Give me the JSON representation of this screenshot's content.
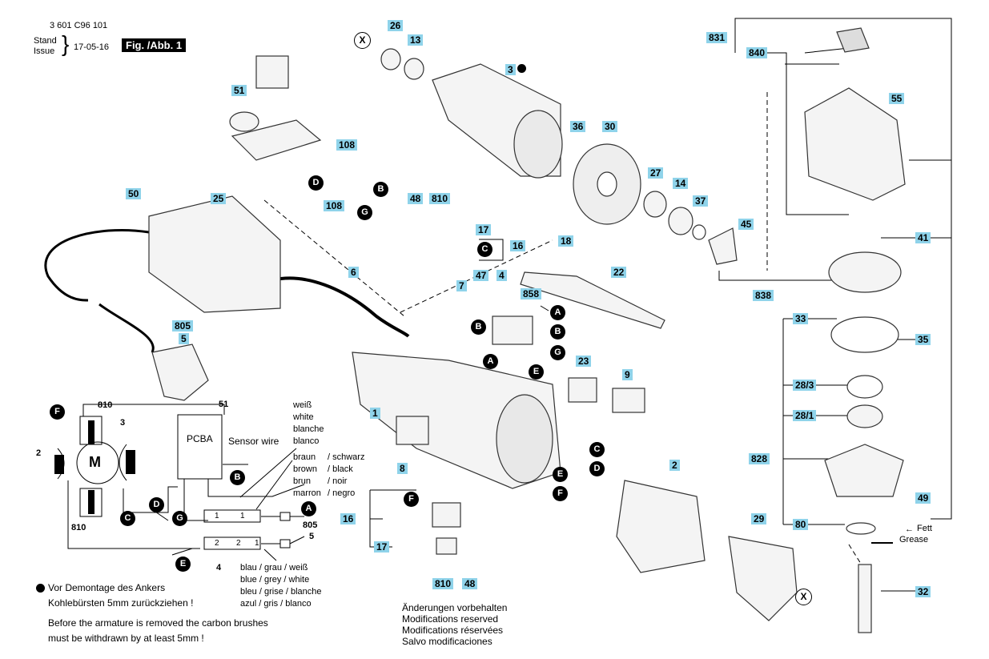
{
  "header": {
    "doc_number": "3 601 C96 101",
    "stand": "Stand",
    "issue": "Issue",
    "date": "17-05-16",
    "figure": "Fig. /Abb. 1"
  },
  "part_labels": {
    "p831": "831",
    "p840": "840",
    "p55": "55",
    "p41": "41",
    "p838": "838",
    "p33": "33",
    "p35": "35",
    "p28_3": "28/3",
    "p28_1": "28/1",
    "p828": "828",
    "p49": "49",
    "p80": "80",
    "p32": "32",
    "p29": "29",
    "p2": "2",
    "p26": "26",
    "p13": "13",
    "p3": "3",
    "p36": "36",
    "p30": "30",
    "p27": "27",
    "p14": "14",
    "p37": "37",
    "p45": "45",
    "p51": "51",
    "p108a": "108",
    "p108b": "108",
    "p25": "25",
    "p50": "50",
    "p48a": "48",
    "p810a": "810",
    "p17a": "17",
    "p16a": "16",
    "p18": "18",
    "p22": "22",
    "p7": "7",
    "p47": "47",
    "p4": "4",
    "p858": "858",
    "p6": "6",
    "p805": "805",
    "p5": "5",
    "p1": "1",
    "p23": "23",
    "p9": "9",
    "p8": "8",
    "p16b": "16",
    "p17b": "17",
    "p810b": "810",
    "p48b": "48"
  },
  "connectors": [
    "A",
    "B",
    "C",
    "D",
    "E",
    "F",
    "G"
  ],
  "x_marker": "X",
  "third_marker": "3",
  "wiring": {
    "motor": "M",
    "pcba": "PCBA",
    "sensor_wire": "Sensor wire",
    "lbl_810_top": "810",
    "lbl_3": "3",
    "lbl_2": "2",
    "lbl_810_bottom": "810",
    "lbl_51": "51",
    "lbl_4": "4",
    "lbl_805": "805",
    "lbl_5": "5",
    "switch_1": "1",
    "switch_2": "2",
    "colors_top": [
      "weiß",
      "white",
      "blanche",
      "blanco"
    ],
    "colors_mid_left": [
      "braun",
      "brown",
      "brun",
      "marron"
    ],
    "colors_mid_right": [
      "/ schwarz",
      "/ black",
      "/ noir",
      "/ negro"
    ],
    "colors_bottom": [
      "blau / grau / weiß",
      "blue / grey / white",
      "bleu / grise / blanche",
      "azul / gris / blanco"
    ]
  },
  "notes": {
    "german": "Vor Demontage des Ankers",
    "german2": "Kohlebürsten 5mm zurückziehen !",
    "english": "Before the armature is removed the carbon brushes",
    "english2": "must be withdrawn by at least 5mm !",
    "mods": [
      "Änderungen vorbehalten",
      "Modifications reserved",
      "Modifications réservées",
      "Salvo modificaciones"
    ],
    "fett": "Fett",
    "grease": "Grease"
  }
}
